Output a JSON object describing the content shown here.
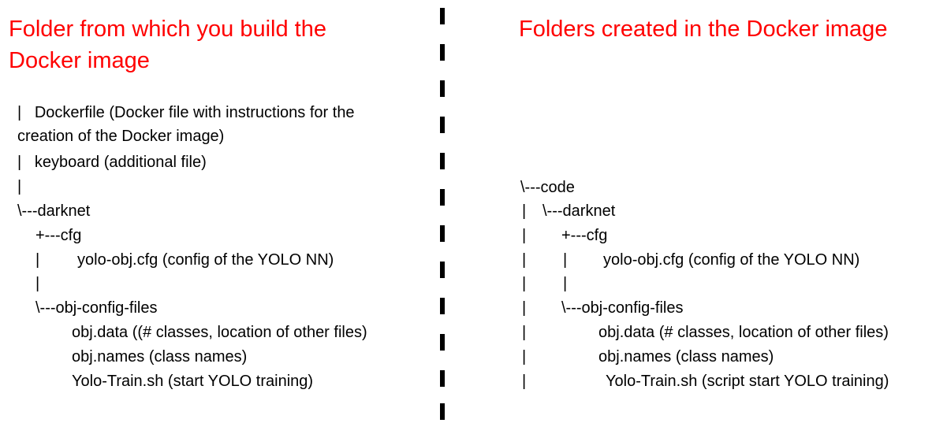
{
  "left_panel": {
    "title_line1": "Folder from which you build the",
    "title_line2": "Docker image",
    "lines": [
      "|   Dockerfile (Docker file with instructions for the",
      "creation of the Docker image)",
      "|   keyboard (additional file)",
      "|",
      "\\---darknet",
      "+---cfg",
      "|",
      "yolo-obj.cfg (config of the YOLO NN)",
      "|",
      "\\---obj-config-files",
      "obj.data ((# classes, location of other files)",
      "obj.names (class names)",
      "Yolo-Train.sh (start YOLO training)"
    ]
  },
  "right_panel": {
    "title": "Folders created in the Docker image",
    "lines": [
      "\\---code",
      "|",
      "\\---darknet",
      "|",
      "+---cfg",
      "|",
      "|",
      "yolo-obj.cfg (config of the YOLO NN)",
      "|",
      "|",
      "|",
      "\\---obj-config-files",
      "|",
      "obj.data (# classes, location of other files)",
      "|",
      "obj.names (class names)",
      "|",
      "Yolo-Train.sh (script start YOLO training)"
    ]
  }
}
